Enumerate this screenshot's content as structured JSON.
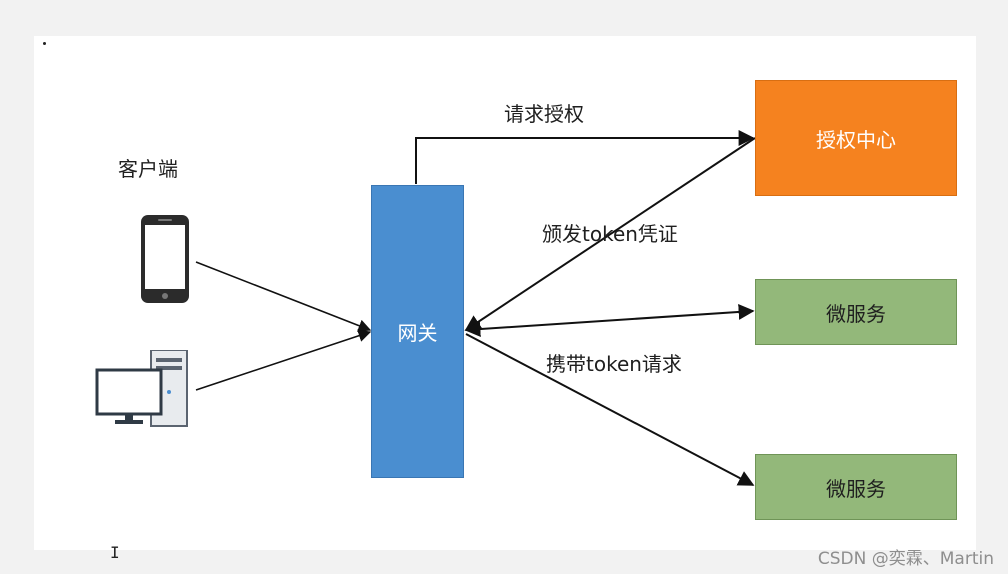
{
  "nodes": {
    "client_label": "客户端",
    "gateway": "网关",
    "auth_center": "授权中心",
    "service_1": "微服务",
    "service_2": "微服务"
  },
  "edges": {
    "request_auth": "请求授权",
    "issue_token": "颁发token凭证",
    "carry_token": "携带token请求"
  },
  "watermark": "CSDN @奕霖、Martin",
  "icons": {
    "phone": "smartphone-icon",
    "computer": "desktop-computer-icon"
  },
  "colors": {
    "gateway": "#4a8ed0",
    "auth_center": "#f5821f",
    "service": "#93b87a"
  }
}
